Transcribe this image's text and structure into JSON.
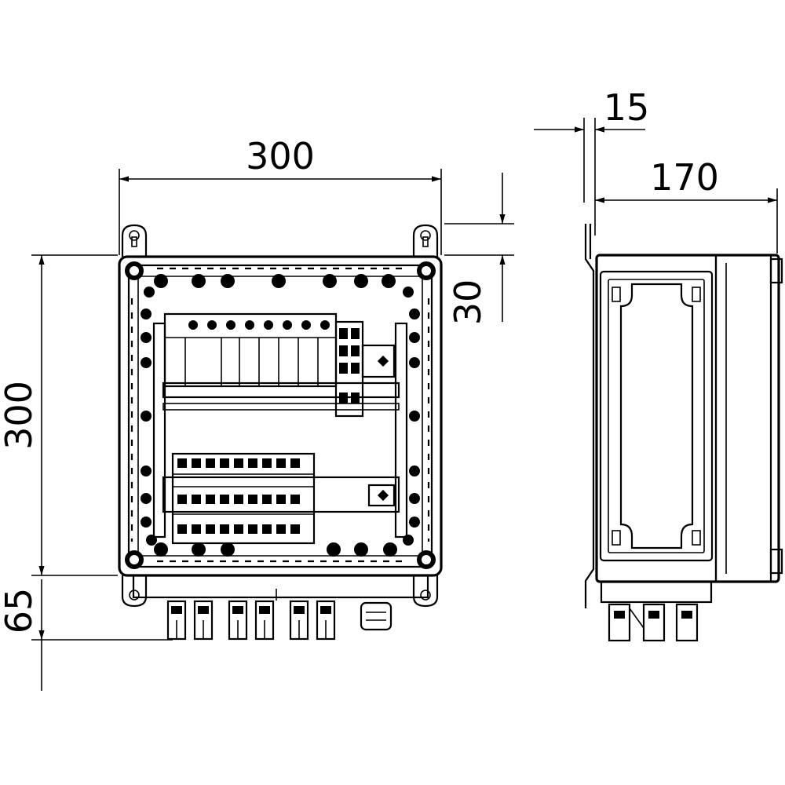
{
  "front_view": {
    "width_label": "300",
    "height_label": "300",
    "top_offset_label": "30",
    "bottom_gland_label": "65"
  },
  "side_view": {
    "depth_label": "170",
    "bracket_label": "15"
  }
}
